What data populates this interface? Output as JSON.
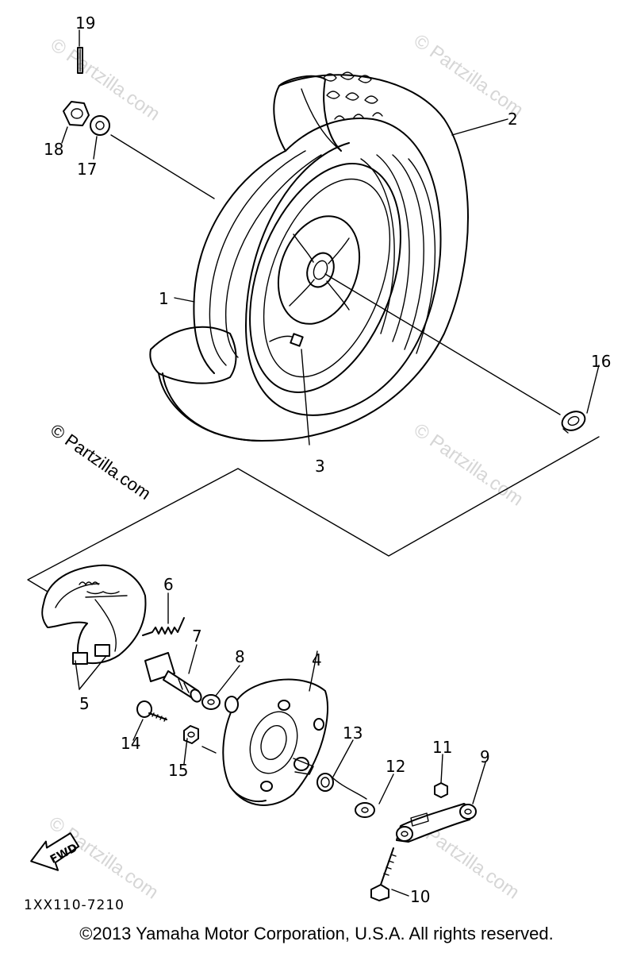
{
  "callouts": {
    "c1": "1",
    "c2": "2",
    "c3": "3",
    "c4": "4",
    "c5": "5",
    "c6": "6",
    "c7": "7",
    "c8": "8",
    "c9": "9",
    "c10": "10",
    "c11": "11",
    "c12": "12",
    "c13": "13",
    "c14": "14",
    "c15": "15",
    "c16": "16",
    "c17": "17",
    "c18": "18",
    "c19": "19"
  },
  "watermark": "© Partzilla.com",
  "fwd_label": "FWD",
  "diagram_code": "1XX110-7210",
  "copyright": "©2013  Yamaha Motor Corporation, U.S.A. All rights reserved."
}
